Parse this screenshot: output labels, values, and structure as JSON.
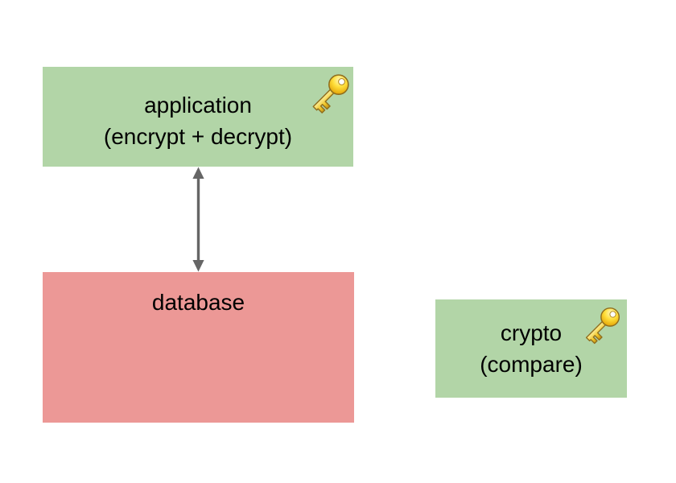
{
  "diagram": {
    "background_color": "#ffffff",
    "text_color": "#000000",
    "nodes": {
      "application": {
        "line1": "application",
        "line2": "(encrypt + decrypt)",
        "fill_color": "#b2d5a7",
        "icon": "key-icon"
      },
      "database": {
        "label": "database",
        "fill_color": "#ec9896"
      },
      "crypto": {
        "line1": "crypto",
        "line2": "(compare)",
        "fill_color": "#b2d5a7",
        "icon": "key-icon"
      }
    },
    "connections": [
      {
        "from": "application",
        "to": "database",
        "type": "double-headed-arrow",
        "direction": "vertical",
        "color": "#666666"
      }
    ],
    "icon_colors": {
      "key_gold_light": "#fff8c0",
      "key_gold": "#ffdf3a",
      "key_gold_dark": "#e09c00",
      "key_outline": "#8f6d1d"
    }
  }
}
